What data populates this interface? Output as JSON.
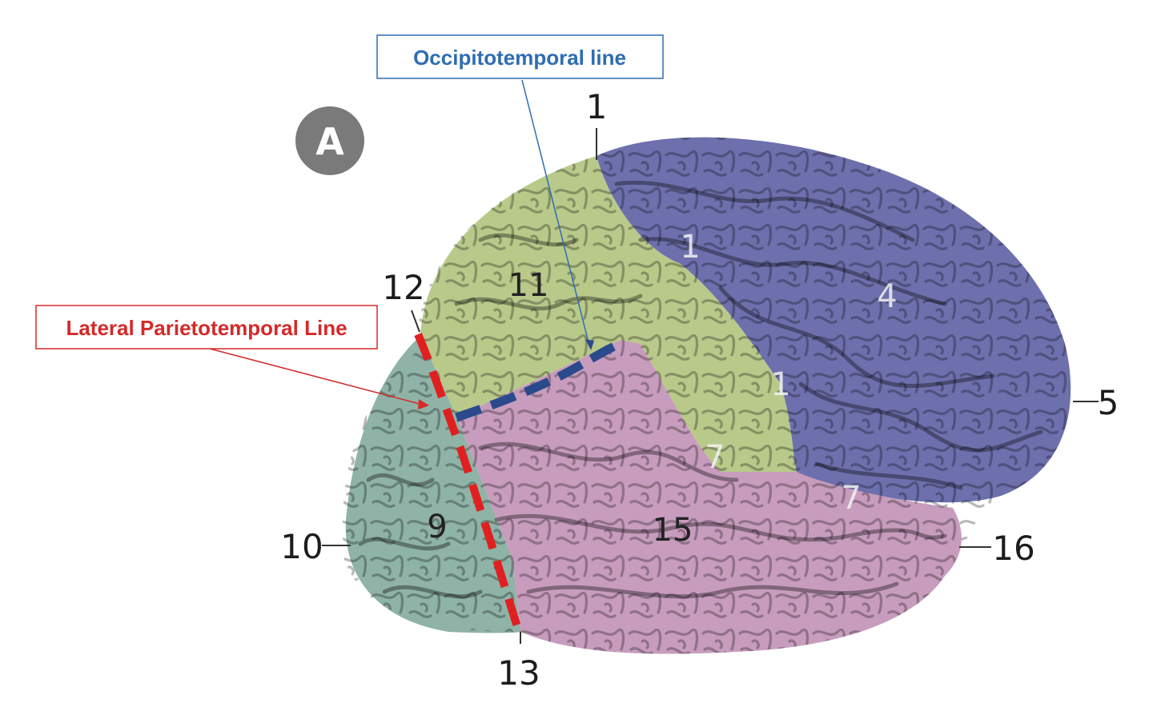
{
  "panel_label": "A",
  "callouts": {
    "occipitotemporal": "Occipitotemporal line",
    "lateral_parietotemporal": "Lateral Parietotemporal Line"
  },
  "labels": {
    "l1_top": "1",
    "l1_a": "1",
    "l1_b": "1",
    "l4": "4",
    "l5": "5",
    "l7_a": "7",
    "l7_b": "7",
    "l9": "9",
    "l10": "10",
    "l11": "11",
    "l12": "12",
    "l13": "13",
    "l15": "15",
    "l16": "16"
  },
  "colors": {
    "frontal": "#6e70ad",
    "parietal": "#b9c98a",
    "temporal": "#c79cbd",
    "occipital": "#8fb3a6",
    "blue_line": "#2a4a8c",
    "red_line": "#e02020",
    "blue_text": "#2f6db3",
    "red_text": "#d42a2a"
  }
}
